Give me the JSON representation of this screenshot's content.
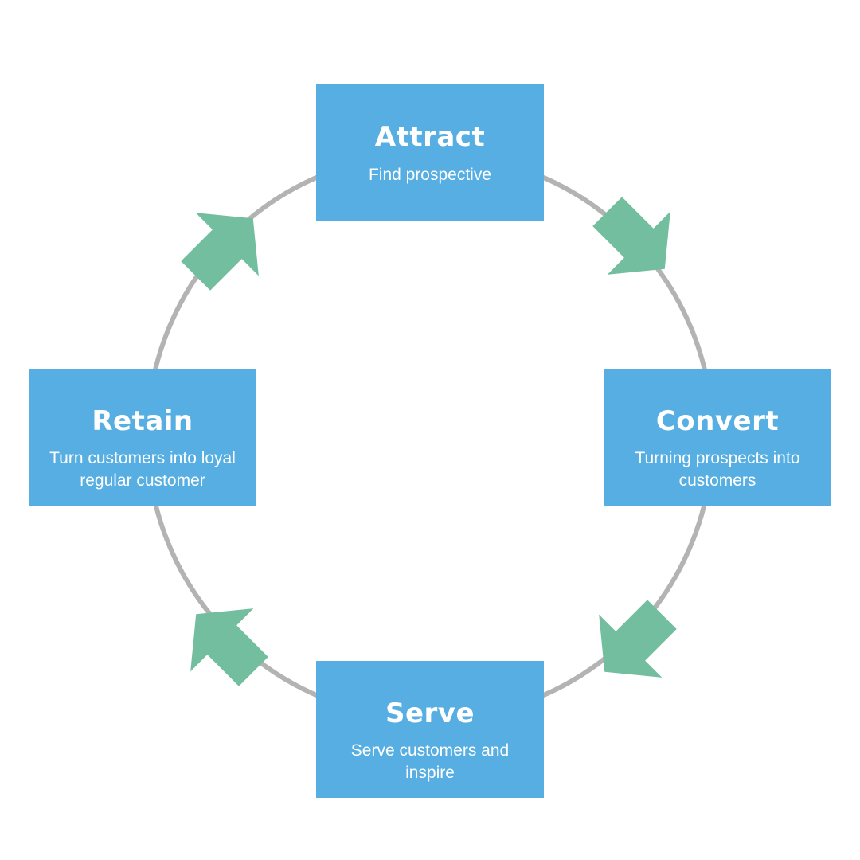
{
  "diagram": {
    "type": "cycle",
    "colors": {
      "box": "#56aee2",
      "box_text": "#ffffff",
      "ring": "#b3b3b3",
      "arrow": "#74bea0",
      "background": "#ffffff"
    },
    "stages": [
      {
        "title": "Attract",
        "description": "Find prospective"
      },
      {
        "title": "Convert",
        "description": "Turning prospects into customers"
      },
      {
        "title": "Serve",
        "description": "Serve customers and inspire"
      },
      {
        "title": "Retain",
        "description": "Turn customers into loyal regular customer"
      }
    ],
    "arrows": [
      {
        "from": "Attract",
        "to": "Convert",
        "icon": "arrow-icon"
      },
      {
        "from": "Convert",
        "to": "Serve",
        "icon": "arrow-icon"
      },
      {
        "from": "Serve",
        "to": "Retain",
        "icon": "arrow-icon"
      },
      {
        "from": "Retain",
        "to": "Attract",
        "icon": "arrow-icon"
      }
    ]
  }
}
